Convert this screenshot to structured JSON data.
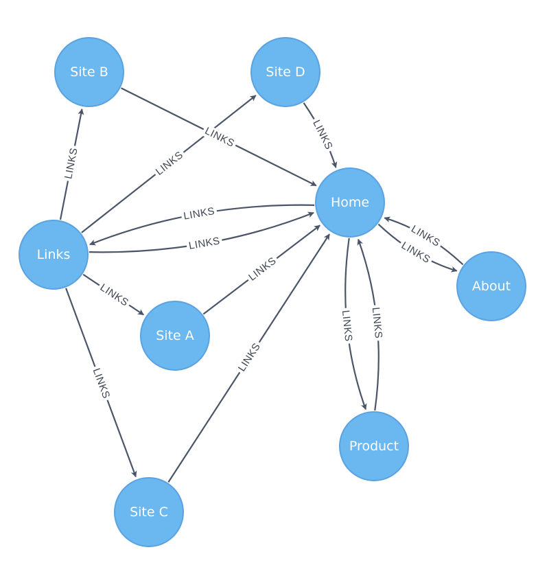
{
  "theme": {
    "node_fill": "#6bb7f0",
    "node_stroke": "#5aa2e0",
    "edge_color": "#4a5568",
    "background": "#ffffff"
  },
  "nodes": [
    {
      "id": "site_b",
      "label": "Site B"
    },
    {
      "id": "site_d",
      "label": "Site D"
    },
    {
      "id": "home",
      "label": "Home"
    },
    {
      "id": "links",
      "label": "Links"
    },
    {
      "id": "about",
      "label": "About"
    },
    {
      "id": "site_a",
      "label": "Site A"
    },
    {
      "id": "product",
      "label": "Product"
    },
    {
      "id": "site_c",
      "label": "Site C"
    }
  ],
  "edges": [
    {
      "from": "links",
      "to": "site_b",
      "label": "LINKS"
    },
    {
      "from": "links",
      "to": "site_d",
      "label": "LINKS"
    },
    {
      "from": "site_b",
      "to": "home",
      "label": "LINKS"
    },
    {
      "from": "site_d",
      "to": "home",
      "label": "LINKS"
    },
    {
      "from": "home",
      "to": "links",
      "label": "LINKS"
    },
    {
      "from": "links",
      "to": "home",
      "label": "LINKS"
    },
    {
      "from": "links",
      "to": "site_a",
      "label": "LINKS"
    },
    {
      "from": "site_a",
      "to": "home",
      "label": "LINKS"
    },
    {
      "from": "links",
      "to": "site_c",
      "label": "LINKS"
    },
    {
      "from": "site_c",
      "to": "home",
      "label": "LINKS"
    },
    {
      "from": "home",
      "to": "product",
      "label": "LINKS"
    },
    {
      "from": "product",
      "to": "home",
      "label": "LINKS"
    },
    {
      "from": "home",
      "to": "about",
      "label": "LINKS"
    },
    {
      "from": "about",
      "to": "home",
      "label": "LINKS"
    }
  ]
}
